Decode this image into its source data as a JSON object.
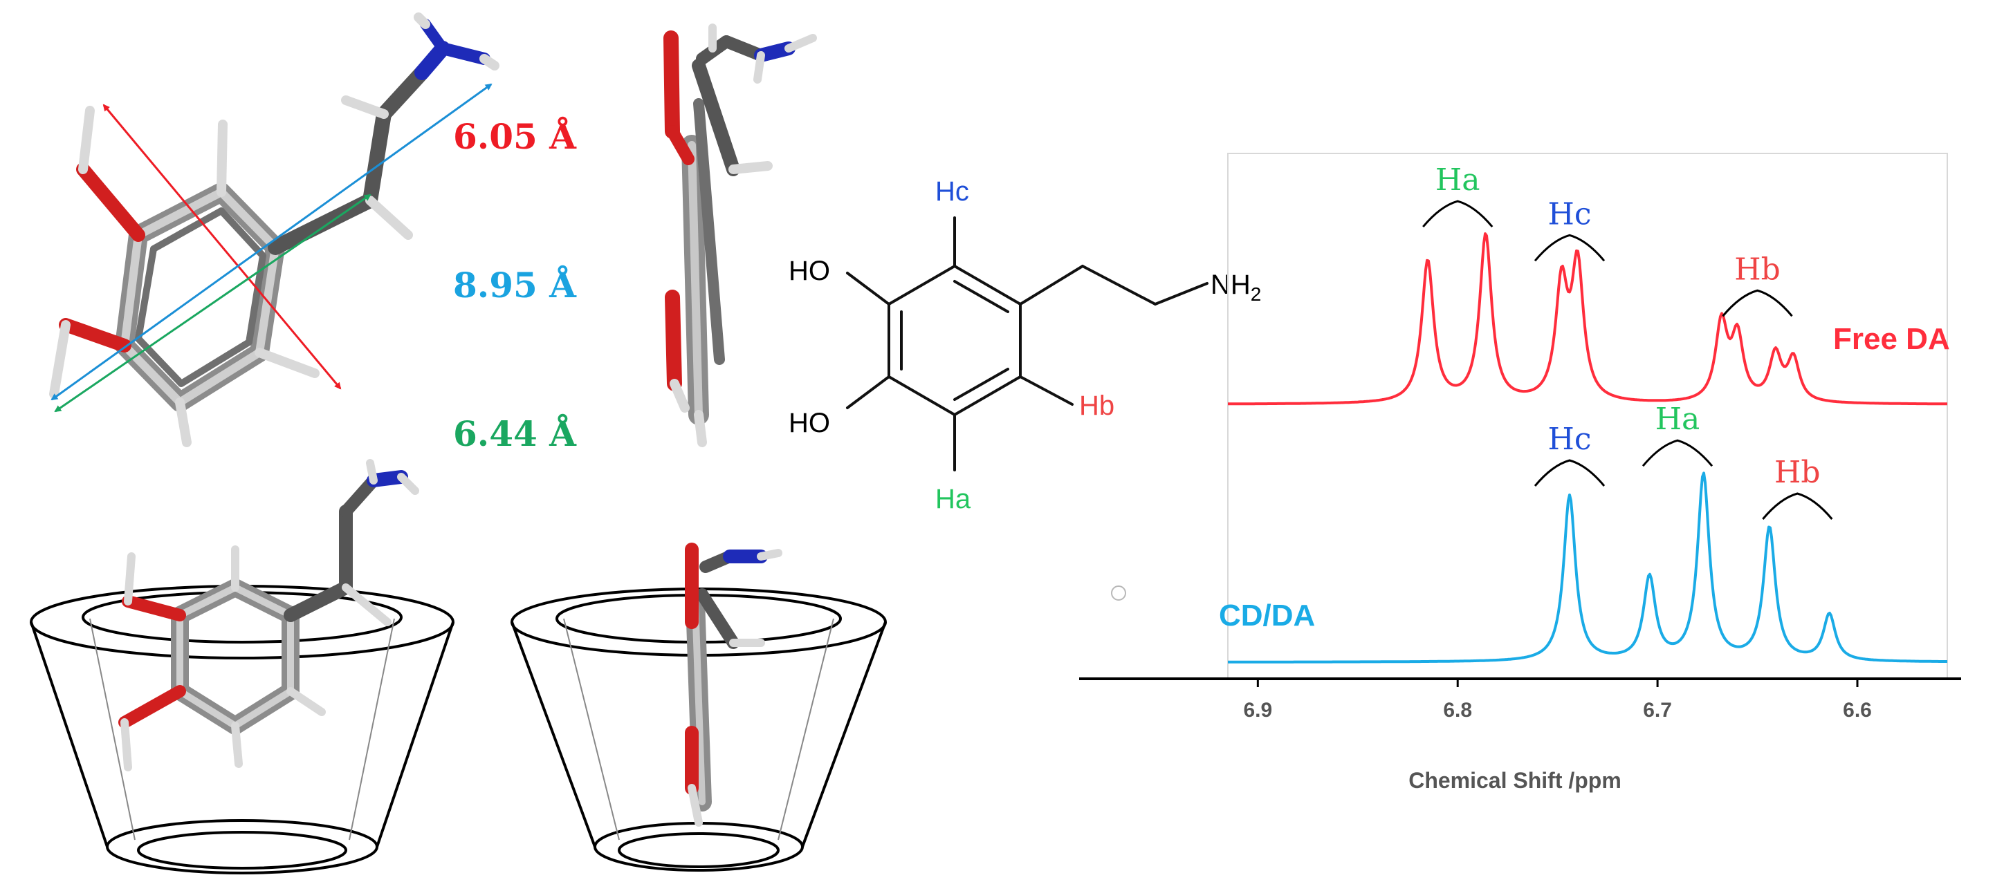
{
  "colors": {
    "red": "#ee1c25",
    "blue": "#1b8fd6",
    "green": "#1aa760",
    "label_hc": "#1f4fd8",
    "label_ha": "#22c55e",
    "label_hb": "#ef4444",
    "spectrum_free": "#ff2d3c",
    "spectrum_cd": "#1aabe6",
    "bond_gray": "#6e6e6e",
    "oxygen": "#d11f1f",
    "nitrogen": "#1e2bb8"
  },
  "distances": [
    {
      "text": "6.05 Å",
      "color": "red"
    },
    {
      "text": "8.95 Å",
      "color": "blue"
    },
    {
      "text": "6.44 Å",
      "color": "green"
    }
  ],
  "structure": {
    "ho_top": "HO",
    "ho_bottom": "HO",
    "nh2": "NH",
    "nh2_sub": "2",
    "hc": "Hc",
    "hb": "Hb",
    "ha": "Ha"
  },
  "chart_data": {
    "type": "line",
    "xlabel": "Chemical Shift /ppm",
    "ylabel": "",
    "xlim": [
      6.555,
      6.915
    ],
    "x_reversed": true,
    "xticks": [
      "6.9",
      "6.8",
      "6.7",
      "6.6"
    ],
    "xtick_values": [
      6.9,
      6.8,
      6.7,
      6.6
    ],
    "series": [
      {
        "name": "Free DA",
        "color": "spectrum_free",
        "peaks": [
          {
            "ppm": 6.815,
            "height": 1.0
          },
          {
            "ppm": 6.786,
            "height": 1.18
          },
          {
            "ppm": 6.748,
            "height": 0.8
          },
          {
            "ppm": 6.74,
            "height": 0.94
          },
          {
            "ppm": 6.668,
            "height": 0.55
          },
          {
            "ppm": 6.66,
            "height": 0.45
          },
          {
            "ppm": 6.641,
            "height": 0.33
          },
          {
            "ppm": 6.632,
            "height": 0.3
          }
        ],
        "annotations": [
          {
            "label": "Ha",
            "ppm": 6.8,
            "color": "label_ha"
          },
          {
            "label": "Hc",
            "ppm": 6.744,
            "color": "label_hc"
          },
          {
            "label": "Hb",
            "ppm": 6.65,
            "color": "label_hb"
          }
        ]
      },
      {
        "name": "CD/DA",
        "color": "spectrum_cd",
        "peaks": [
          {
            "ppm": 6.744,
            "height": 1.0
          },
          {
            "ppm": 6.704,
            "height": 0.5
          },
          {
            "ppm": 6.677,
            "height": 1.12
          },
          {
            "ppm": 6.644,
            "height": 0.8
          },
          {
            "ppm": 6.614,
            "height": 0.28
          }
        ],
        "annotations": [
          {
            "label": "Hc",
            "ppm": 6.744,
            "color": "label_hc"
          },
          {
            "label": "Ha",
            "ppm": 6.69,
            "color": "label_ha"
          },
          {
            "label": "Hb",
            "ppm": 6.63,
            "color": "label_hb"
          }
        ]
      }
    ]
  }
}
